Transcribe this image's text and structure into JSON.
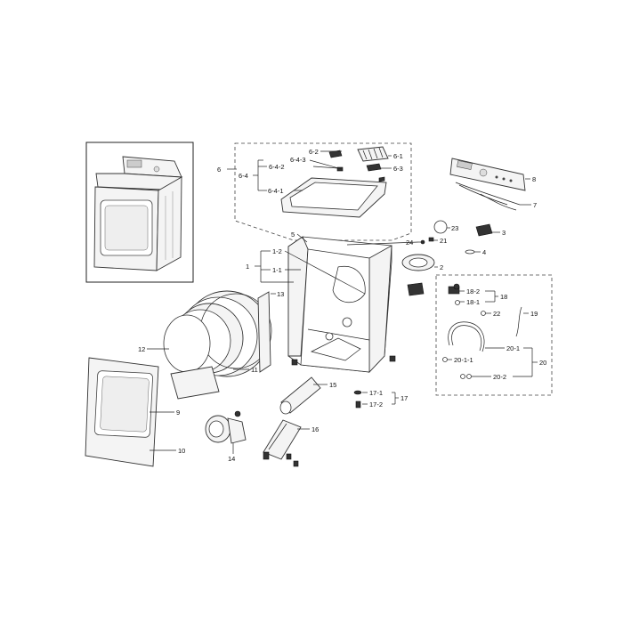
{
  "callouts": {
    "c1": "1",
    "c1_1": "1-1",
    "c1_2": "1-2",
    "c2": "2",
    "c3": "3",
    "c4": "4",
    "c5": "5",
    "c6": "6",
    "c6_1": "6-1",
    "c6_2": "6-2",
    "c6_3": "6-3",
    "c6_4": "6-4",
    "c6_4_1": "6-4-1",
    "c6_4_2": "6-4-2",
    "c6_4_3": "6-4-3",
    "c7": "7",
    "c8": "8",
    "c9": "9",
    "c10": "10",
    "c11": "11",
    "c12": "12",
    "c13": "13",
    "c14": "14",
    "c15": "15",
    "c16": "16",
    "c17": "17",
    "c17_1": "17-1",
    "c17_2": "17-2",
    "c18": "18",
    "c18_1": "18-1",
    "c18_2": "18-2",
    "c19": "19",
    "c20": "20",
    "c20_1": "20-1",
    "c20_1_1": "20-1-1",
    "c20_2": "20-2",
    "c21": "21",
    "c22": "22",
    "c23": "23",
    "c24": "24"
  }
}
